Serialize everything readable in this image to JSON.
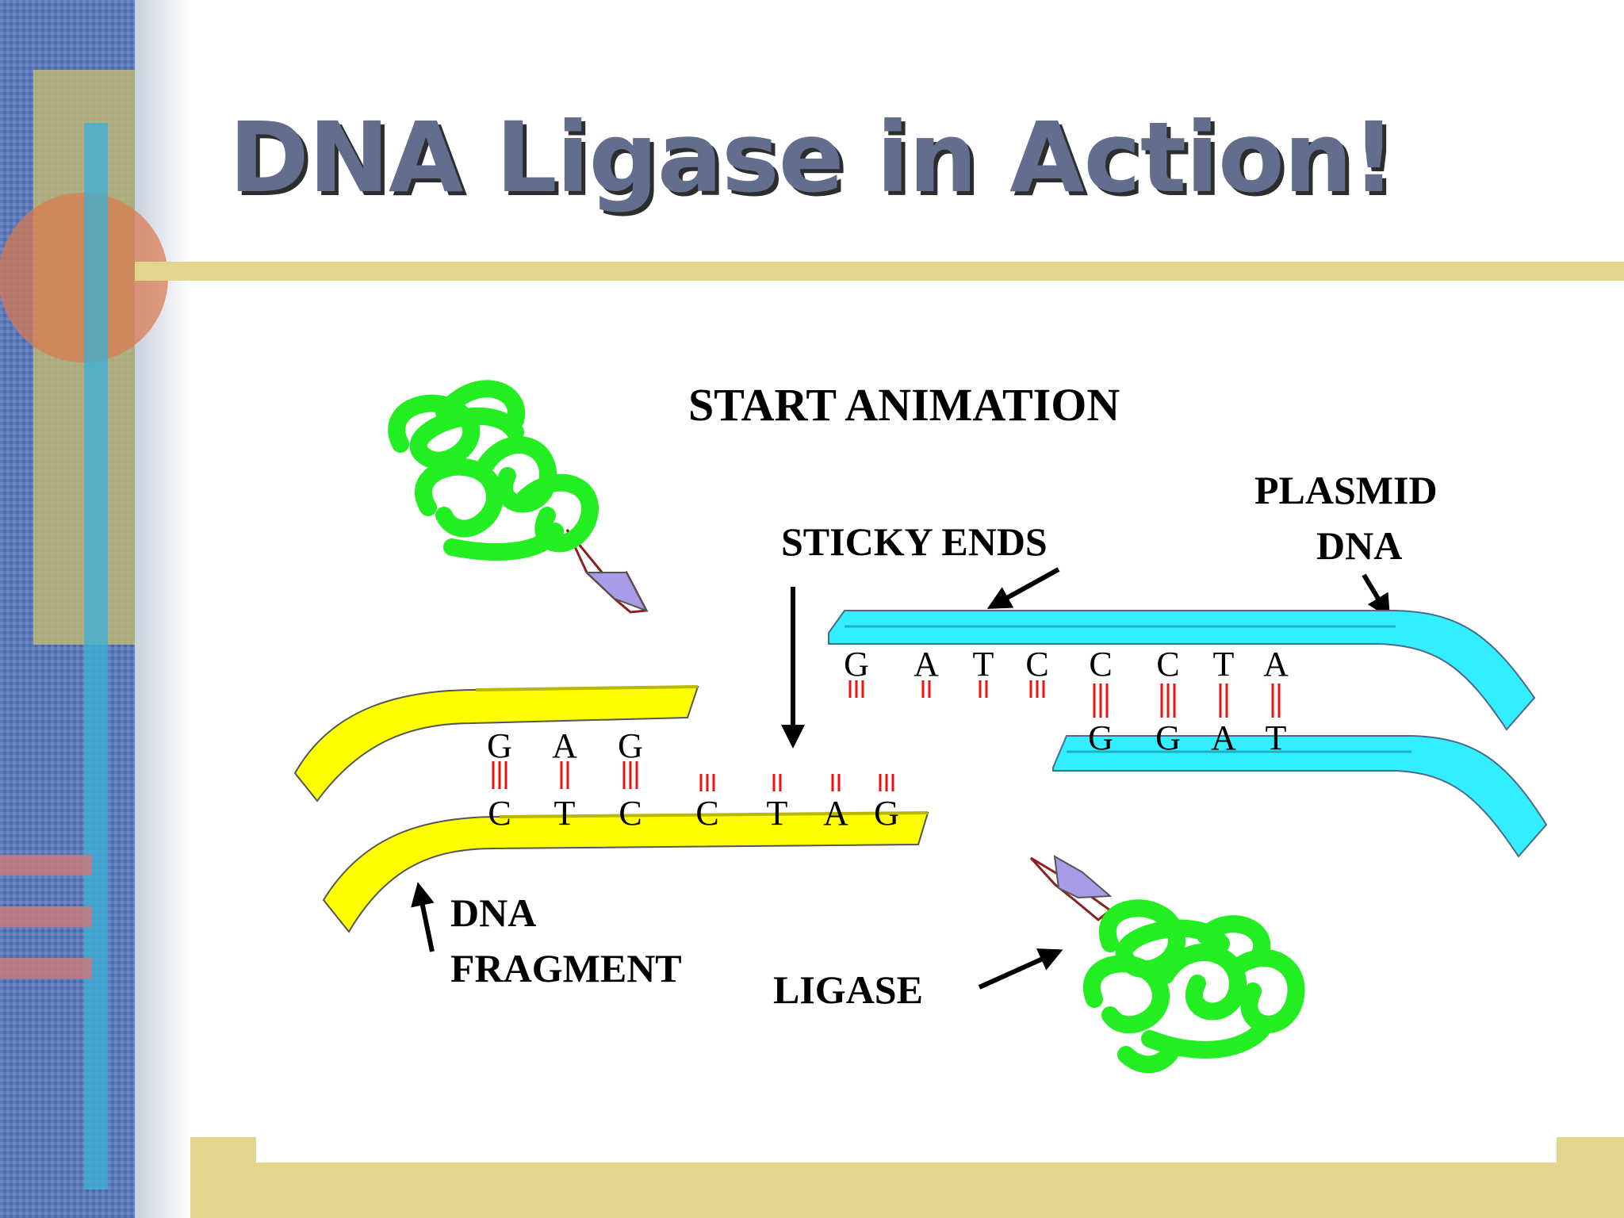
{
  "slide": {
    "title": "DNA Ligase in Action!"
  },
  "diagram": {
    "labels": {
      "start_animation": "START ANIMATION",
      "sticky_ends": "STICKY ENDS",
      "plasmid_line1": "PLASMID",
      "plasmid_line2": "DNA",
      "fragment_line1": "DNA",
      "fragment_line2": "FRAGMENT",
      "ligase": "LIGASE"
    },
    "fragment_top_bases": [
      "G",
      "A",
      "G"
    ],
    "fragment_bottom_bases": [
      "C",
      "T",
      "C",
      "C",
      "T",
      "A",
      "G"
    ],
    "plasmid_top_bases": [
      "G",
      "A",
      "T",
      "C",
      "C",
      "C",
      "T",
      "A"
    ],
    "plasmid_bottom_bases": [
      "G",
      "G",
      "A",
      "T"
    ]
  },
  "colors": {
    "fragment_strand": "#ffff00",
    "plasmid_strand": "#33eeff",
    "ligase_enzyme": "#22ee22",
    "hydrogen_bond": "#ee1111",
    "title_text": "#636e8e",
    "accent_gold": "#e1d68c",
    "sidebar_blue": "#5c7bbd"
  }
}
